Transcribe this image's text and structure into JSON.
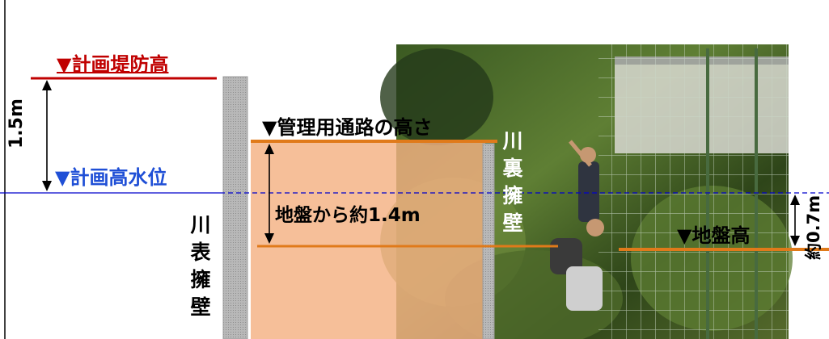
{
  "labels": {
    "design_levee_height": "▼計画堤防高",
    "design_high_water": "▼計画高水位",
    "management_road_height": "▼管理用通路の高さ",
    "from_ground": "地盤から約1.4m",
    "ground_height": "▼地盤高",
    "dim_1_5": "1.5m",
    "dim_0_7": "約0.7m",
    "river_front_wall": "川表擁壁",
    "river_back_wall": "川裏擁壁"
  },
  "colors": {
    "design_levee_line": "#c00000",
    "design_water_line": "#0000cc",
    "design_water_text": "#1f4fd6",
    "road_line": "#e07a1a",
    "fill_area": "#f4b183",
    "wall": "#a6a6a6"
  },
  "photo": {
    "subject": "vegetation-slope-with-fence-and-two-workers-measuring"
  }
}
